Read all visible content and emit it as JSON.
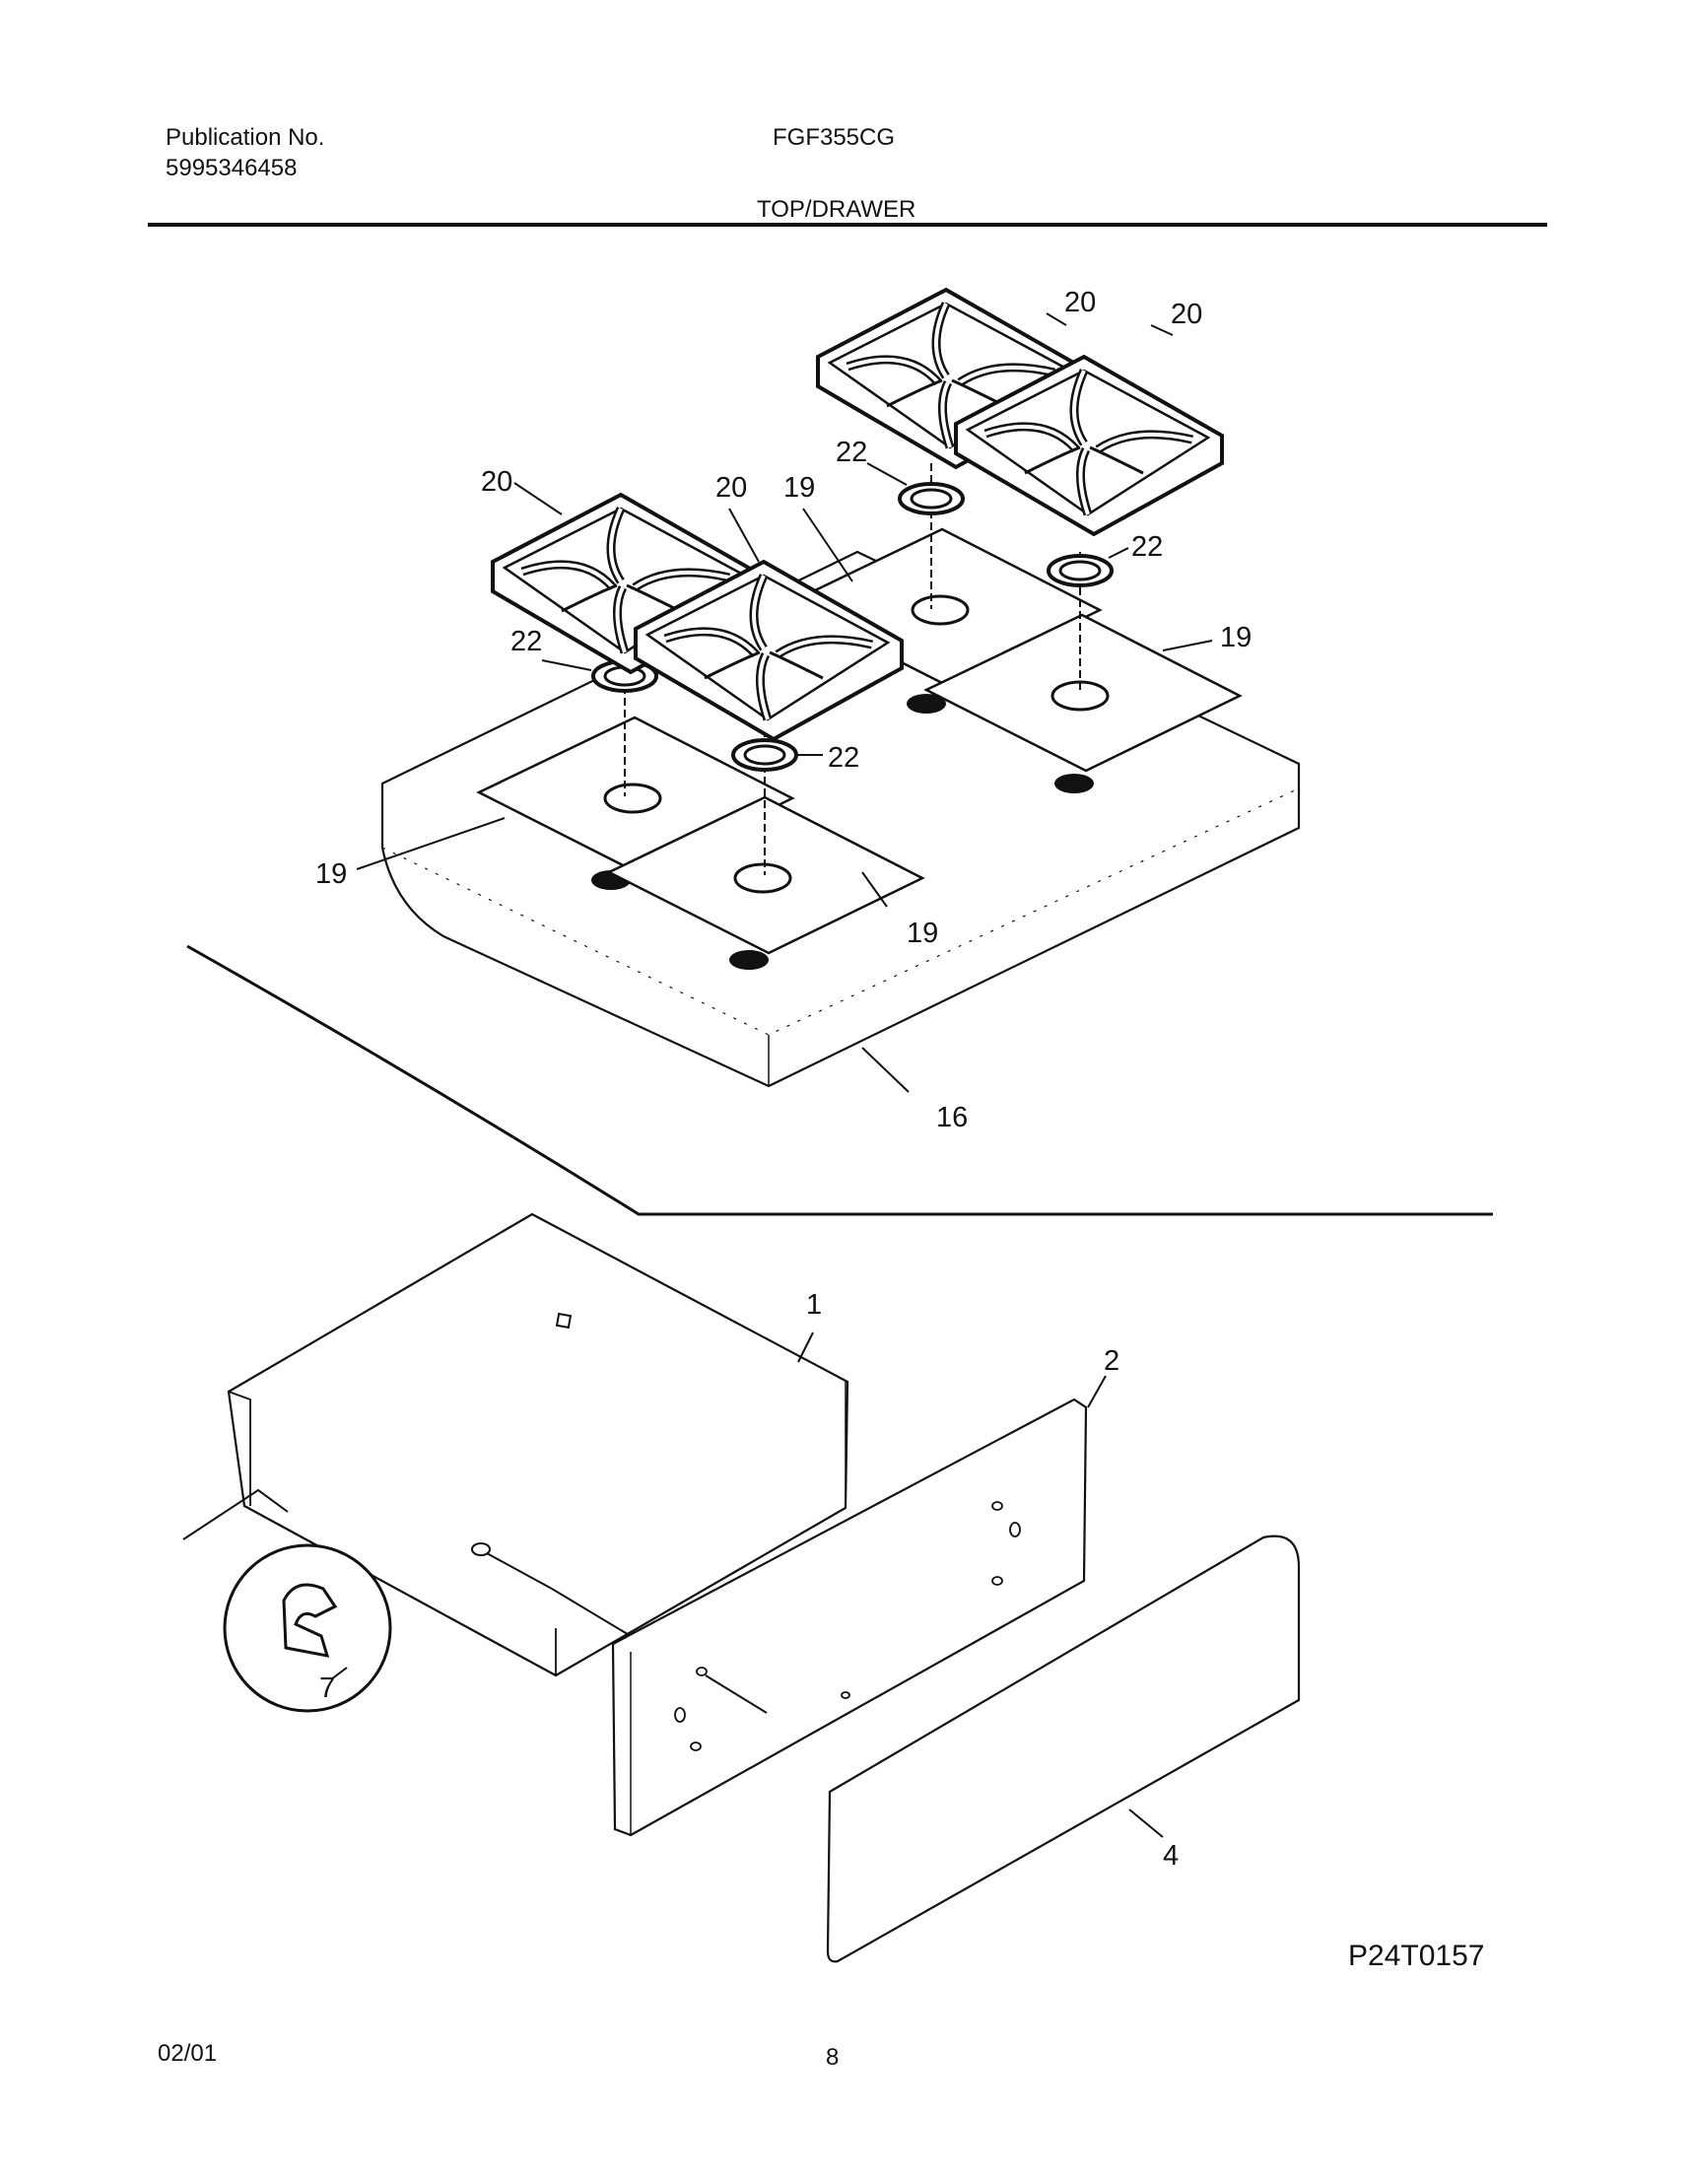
{
  "header": {
    "publication_label": "Publication No.",
    "publication_number": "5995346458",
    "model": "FGF355CG",
    "section_title": "TOP/DRAWER"
  },
  "callouts": {
    "grate": "20",
    "burner_cap": "22",
    "burner_bowl": "19",
    "cooktop": "16",
    "drawer_body": "1",
    "drawer_front": "2",
    "drawer_panel": "4",
    "glide": "7"
  },
  "diagram_code": "P24T0157",
  "footer": {
    "date": "02/01",
    "page": "8"
  }
}
